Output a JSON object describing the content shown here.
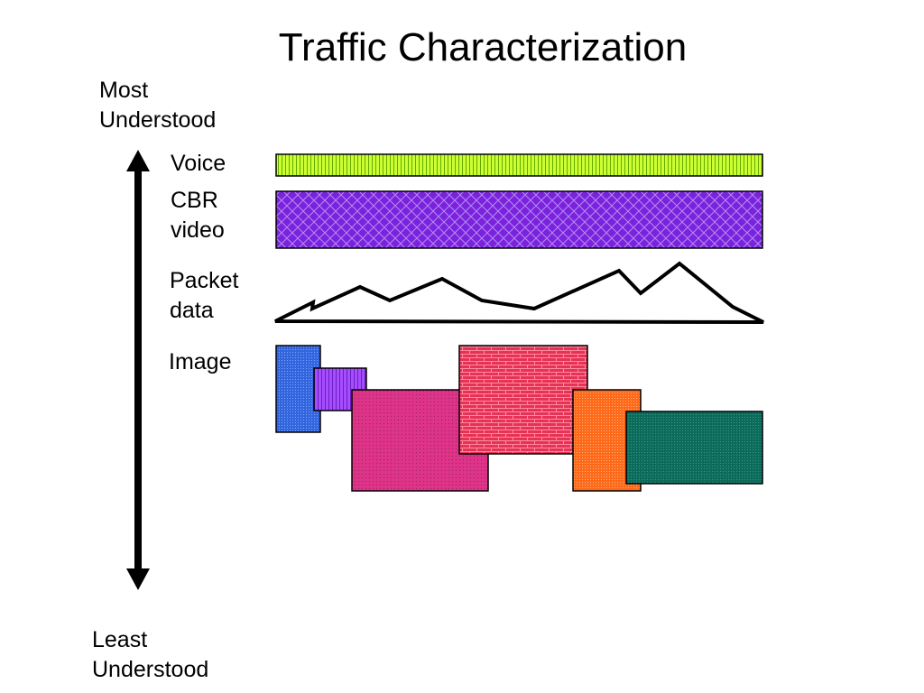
{
  "title": "Traffic Characterization",
  "axis": {
    "top_line1": "Most",
    "top_line2": "Understood",
    "bottom_line1": "Least",
    "bottom_line2": "Understood"
  },
  "rows": {
    "voice": "Voice",
    "cbr_line1": "CBR",
    "cbr_line2": "video",
    "packet_line1": "Packet",
    "packet_line2": "data",
    "image": "Image"
  },
  "colors": {
    "voice_fill": "#ccff33",
    "voice_stripe": "#66aa00",
    "cbr_fill": "#7a22dd",
    "cbr_pattern": "#b58cf0",
    "image_blue": "#3366dd",
    "image_violet": "#a64dff",
    "image_pink": "#dd3388",
    "image_red": "#e63355",
    "image_orange": "#ff6a1a",
    "image_teal": "#0e6b5c"
  }
}
